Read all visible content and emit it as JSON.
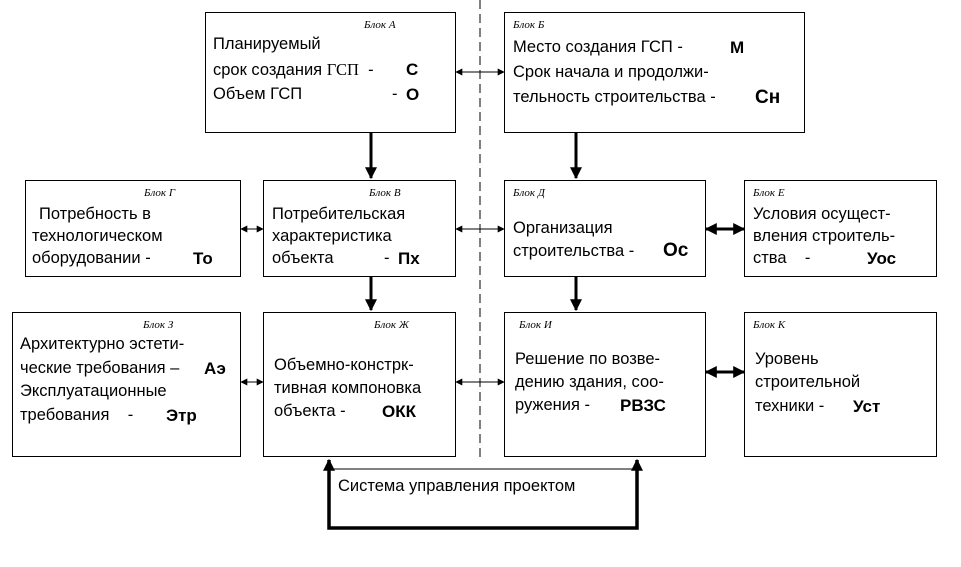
{
  "blocks": {
    "a": {
      "tag": "Блок А",
      "l1": "Планируемый",
      "l2a": "срок создания ",
      "l2b": "ГСП",
      "l2c": "  -",
      "code1": "С",
      "l3": "Объем  ГСП",
      "l3c": "-",
      "code2": "О"
    },
    "b": {
      "tag": "Блок Б",
      "l1": "Место создания  ГСП  -",
      "code1": "М",
      "l2": "Срок начала и продолжи-",
      "l3": "тельность строительства -",
      "code2": "Сн"
    },
    "g": {
      "tag": "Блок Г",
      "l1": "Потребность в",
      "l2": "технологическом",
      "l3": "оборудовании  -",
      "code": "То"
    },
    "v": {
      "tag": "Блок В",
      "l1": "Потребительская",
      "l2": "характеристика",
      "l3": "объекта",
      "l3c": "-",
      "code": "Пх"
    },
    "d": {
      "tag": "Блок Д",
      "l1": "Организация",
      "l2": "строительства -",
      "code": "Ос"
    },
    "e": {
      "tag": "Блок Е",
      "l1": "Условия  осущест-",
      "l2": "вления  строитель-",
      "l3": "ства    -",
      "code": "Уос"
    },
    "z": {
      "tag": "Блок З",
      "l1": "Архитектурно эстети-",
      "l2": "ческие требования –",
      "code1": "Аэ",
      "l3": "Эксплуатационные",
      "l4": "требования    -",
      "code2": "Этр"
    },
    "zh": {
      "tag": "Блок Ж",
      "l1": "Объемно-констрк-",
      "l2": "тивная компоновка",
      "l3": "объекта  -",
      "code": "ОКК"
    },
    "i": {
      "tag": "Блок И",
      "l1": "Решение по возве-",
      "l2": "дению здания, соо-",
      "l3": "ружения  -",
      "code": "РВЗС"
    },
    "k": {
      "tag": "Блок К",
      "l1": "Уровень",
      "l2": "строительной",
      "l3": "техники  -",
      "code": "Уст"
    }
  },
  "system": {
    "label": "Система  управления проектом"
  }
}
